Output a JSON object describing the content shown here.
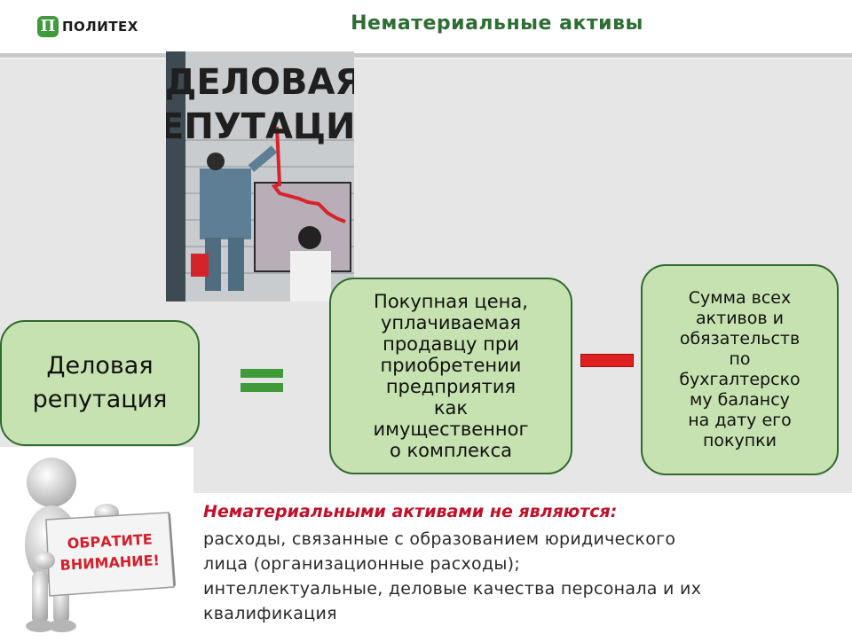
{
  "header": {
    "logo_glyph": "П",
    "logo_text": "ПОЛИТЕХ",
    "title": "Нематериальные активы"
  },
  "cover": {
    "title_line1": "ДЕЛОВАЯ",
    "title_line2": "РЕПУТАЦИЯ"
  },
  "formula": {
    "left_lines": [
      "Деловая",
      "репутация"
    ],
    "operator_equals": "equals-icon",
    "middle_lines": [
      "Покупная цена,",
      "уплачиваемая",
      "продавцу при",
      "приобретении",
      "предприятия",
      "как",
      "имущественног",
      "о комплекса"
    ],
    "operator_minus": "minus-icon",
    "right_lines": [
      "Сумма всех",
      "активов и",
      "обязательств",
      "по",
      "бухгалтерско",
      "му балансу",
      "на дату его",
      "покупки"
    ]
  },
  "attention_sign": {
    "line1": "ОБРАТИТЕ",
    "line2": "ВНИМАНИЕ!"
  },
  "note": {
    "title": "Нематериальными активами не являются:",
    "lines": [
      "расходы, связанные с образованием юридического",
      "лица (организационные расходы);",
      "интеллектуальные, деловые качества персонала и их",
      "квалификация"
    ]
  },
  "colors": {
    "accent_green": "#3f9a3a",
    "title_green": "#2e6d33",
    "box_fill": "#c6e2b0",
    "box_border": "#2f6a2f",
    "minus_red": "#e02020",
    "note_red": "#c0102a"
  }
}
